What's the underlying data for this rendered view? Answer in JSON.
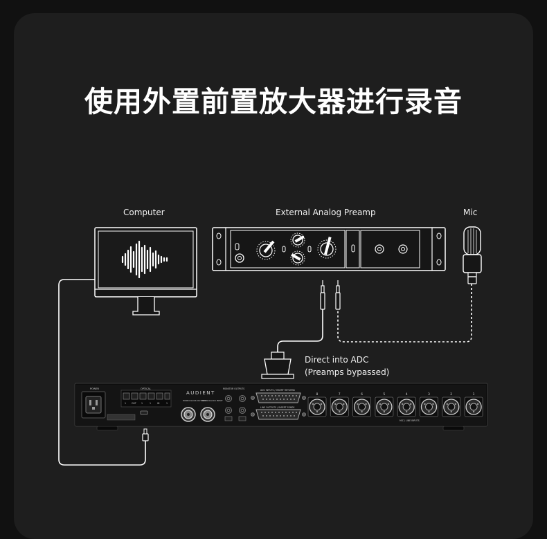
{
  "title": "使用外置前置放大器进行录音",
  "labels": {
    "computer": "Computer",
    "preamp": "External Analog Preamp",
    "mic": "Mic",
    "direct_line1": "Direct into ADC",
    "direct_line2": "(Preamps bypassed)"
  },
  "interface": {
    "brand": "AUDIENT",
    "power": "POWER",
    "optical": "OPTICAL",
    "optical_ports": [
      "1",
      "OUT",
      "1",
      "1",
      "IN",
      "1"
    ],
    "wordclock_out": "WORDCLOCK OUTPUT",
    "wordclock_in": "WORDCLOCK INPUT",
    "monitor_outputs": "MONITOR OUTPUTS",
    "adc_inputs": "ADC INPUTS / INSERT RETURNS",
    "line_outputs": "LINE OUTPUTS / INSERT SENDS",
    "mic_line_inputs": "MIC / LINE INPUTS",
    "channel_numbers": [
      "8",
      "7",
      "6",
      "5",
      "4",
      "3",
      "2",
      "1"
    ]
  },
  "colors": {
    "background": "#111111",
    "card": "#1e1e1e",
    "line": "#ffffff",
    "device": "#161616"
  }
}
